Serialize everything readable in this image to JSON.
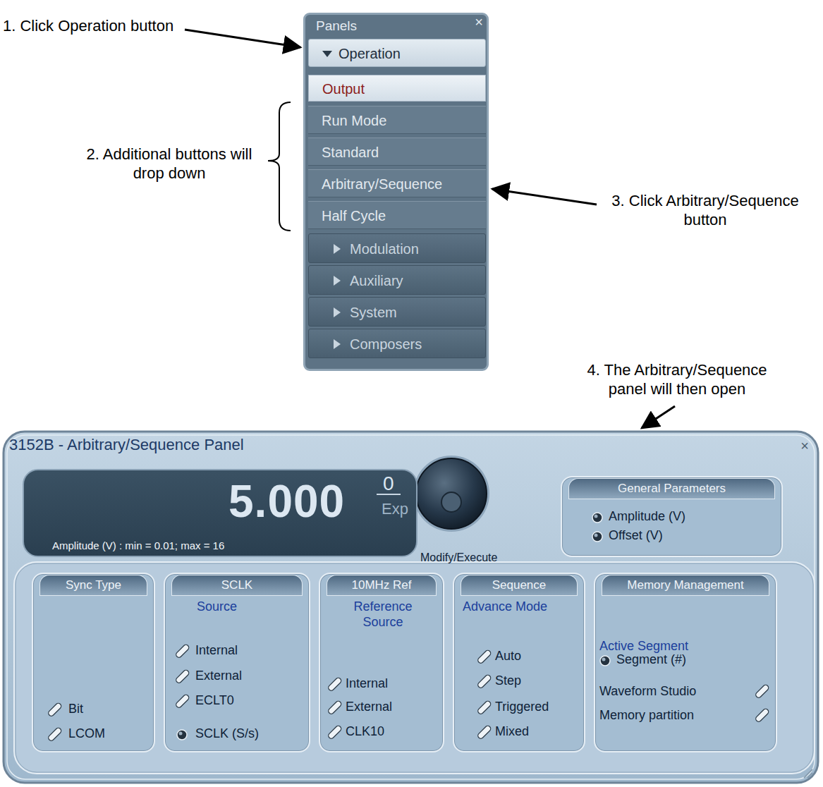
{
  "diagram": {
    "nodes": [
      {
        "text": [
          "Panels"
        ]
      },
      {
        "text": [
          "Operation"
        ],
        "in": 0
      },
      {
        "text": [
          "Output"
        ],
        "in": 0
      },
      {
        "text": [
          "Run Mode"
        ],
        "in": 0
      },
      {
        "text": [
          "Standard"
        ],
        "in": 0
      },
      {
        "text": [
          "Arbitrary/Sequence"
        ],
        "in": 0
      },
      {
        "text": [
          "Half Cycle"
        ],
        "in": 0
      },
      {
        "text": [
          "Modulation"
        ],
        "in": 0
      },
      {
        "text": [
          "Auxiliary"
        ],
        "in": 0
      },
      {
        "text": [
          "System"
        ],
        "in": 0
      },
      {
        "text": [
          "Composers"
        ],
        "in": 0
      },
      {
        "text": [
          "3152B - Arbitrary/Sequence Panel"
        ]
      },
      {
        "text": [
          "5.000",
          "0",
          "Exp",
          "Amplitude (V) : min = 0.01; max = 16"
        ],
        "in": 11
      },
      {
        "text": [
          "General Parameters",
          "Amplitude (V)",
          "Offset (V)"
        ],
        "in": 11
      },
      {
        "text": [
          "Sync Type",
          "Bit",
          "LCOM"
        ],
        "in": 11
      },
      {
        "text": [
          "SCLK",
          "Source",
          "Internal",
          "External",
          "ECLT0",
          "SCLK (S/s)"
        ],
        "in": 11
      },
      {
        "text": [
          "10MHz Ref",
          "Reference Source",
          "Internal",
          "External",
          "CLK10"
        ],
        "in": 11
      },
      {
        "text": [
          "Sequence",
          "Advance Mode",
          "Auto",
          "Step",
          "Triggered",
          "Mixed"
        ],
        "in": 11
      },
      {
        "text": [
          "Memory Management",
          "Active Segment",
          "Segment (#)",
          "Waveform Studio",
          "Memory partition"
        ],
        "in": 11
      }
    ],
    "labels": [
      "1. Click Operation button",
      "2. Additional buttons will drop down",
      "3. Click Arbitrary/Sequence button",
      "4. The Arbitrary/Sequence panel will then open",
      "Modify/Execute",
      "×",
      "×"
    ]
  }
}
